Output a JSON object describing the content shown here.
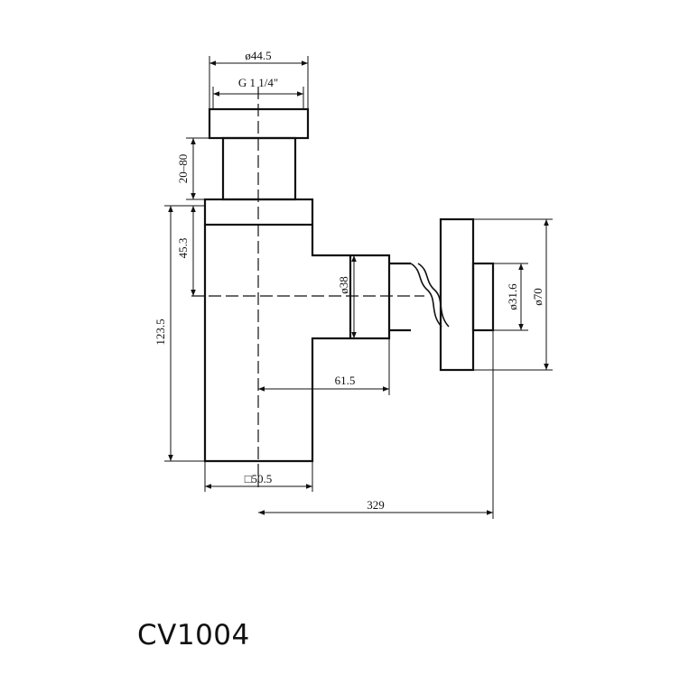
{
  "drawing": {
    "dimensions": {
      "top_outer_dia": "ø44.5",
      "thread": "G 1 1/4\"",
      "adjust_range": "20–80",
      "upper_height": "45.3",
      "total_height": "123.5",
      "outlet_dia": "ø38",
      "offset": "61.5",
      "body_width": "□50.5",
      "total_length": "329",
      "pipe_dia": "ø31.6",
      "flange_dia": "ø70"
    }
  },
  "model": "CV1004"
}
